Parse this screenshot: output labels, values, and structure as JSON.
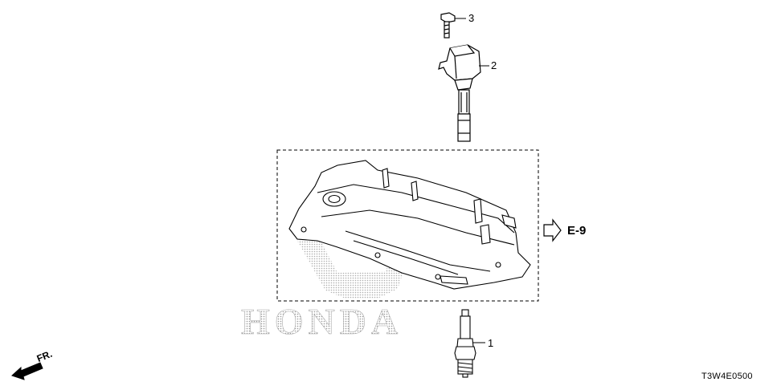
{
  "parts": [
    {
      "number": "3",
      "icon": "bolt-icon"
    },
    {
      "number": "2",
      "icon": "ignition-coil-icon"
    },
    {
      "number": "1",
      "icon": "spark-plug-icon"
    }
  ],
  "assembly": {
    "icon": "cylinder-head-cover-icon",
    "reference": "E-9"
  },
  "watermark_brand": "HONDA",
  "direction_label": "FR.",
  "diagram_code": "T3W4E0500",
  "colors": {
    "line": "#000000",
    "watermark": "#c8c8c8",
    "background": "#ffffff"
  }
}
